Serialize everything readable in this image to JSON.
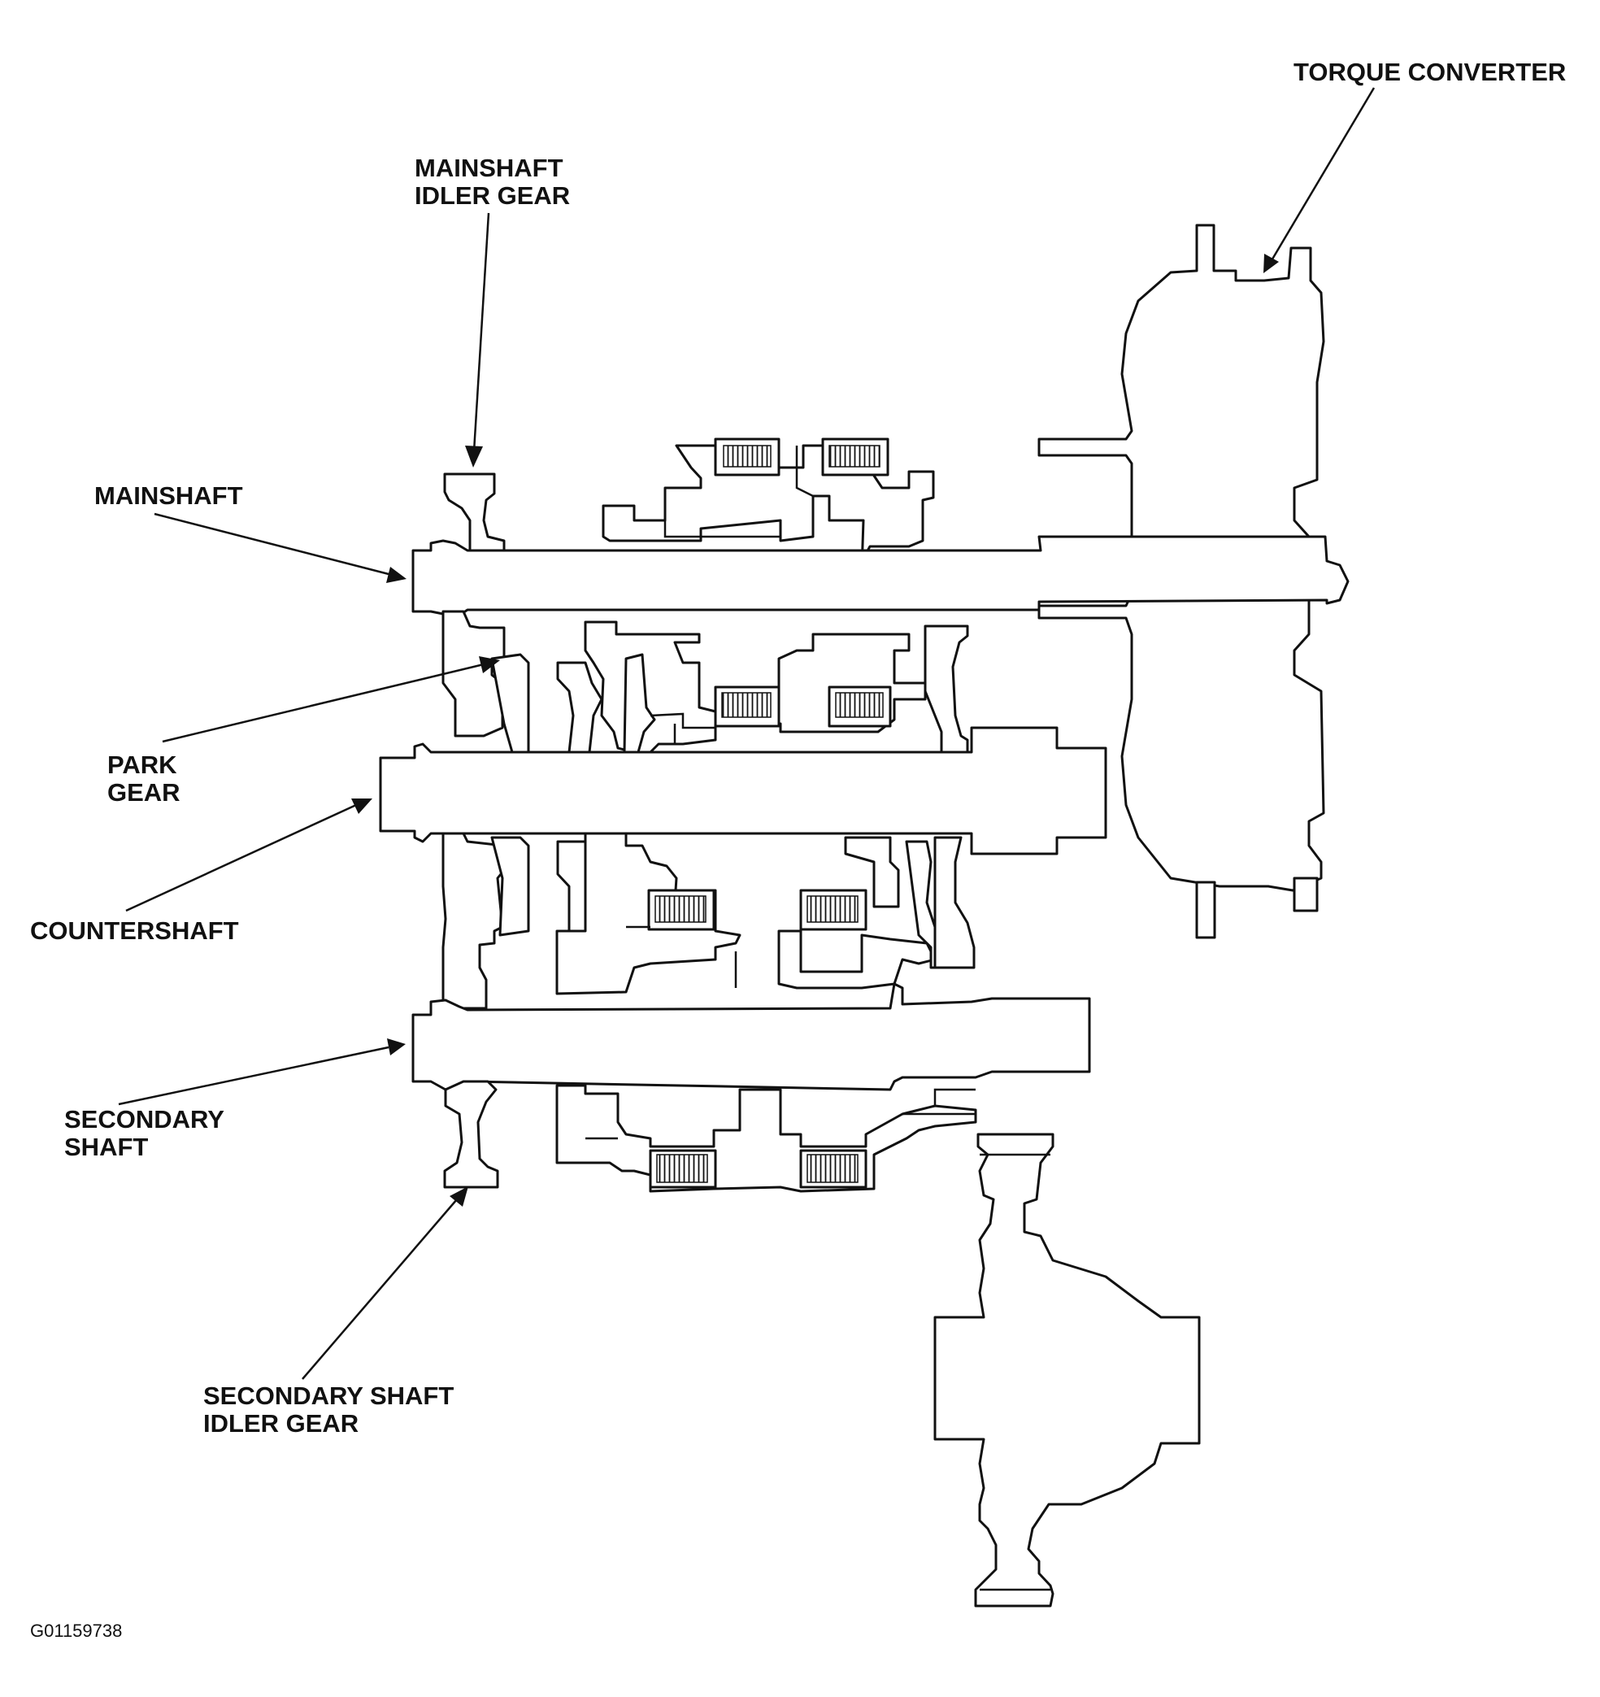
{
  "labels": {
    "torque_converter": "TORQUE CONVERTER",
    "mainshaft_idler_gear": [
      "MAINSHAFT",
      "IDLER GEAR"
    ],
    "mainshaft": "MAINSHAFT",
    "park_gear": [
      "PARK",
      "GEAR"
    ],
    "countershaft": "COUNTERSHAFT",
    "secondary_shaft": [
      "SECONDARY",
      "SHAFT"
    ],
    "secondary_shaft_idler_gear": [
      "SECONDARY SHAFT",
      "IDLER GEAR"
    ]
  },
  "figure_id": "G01159738"
}
